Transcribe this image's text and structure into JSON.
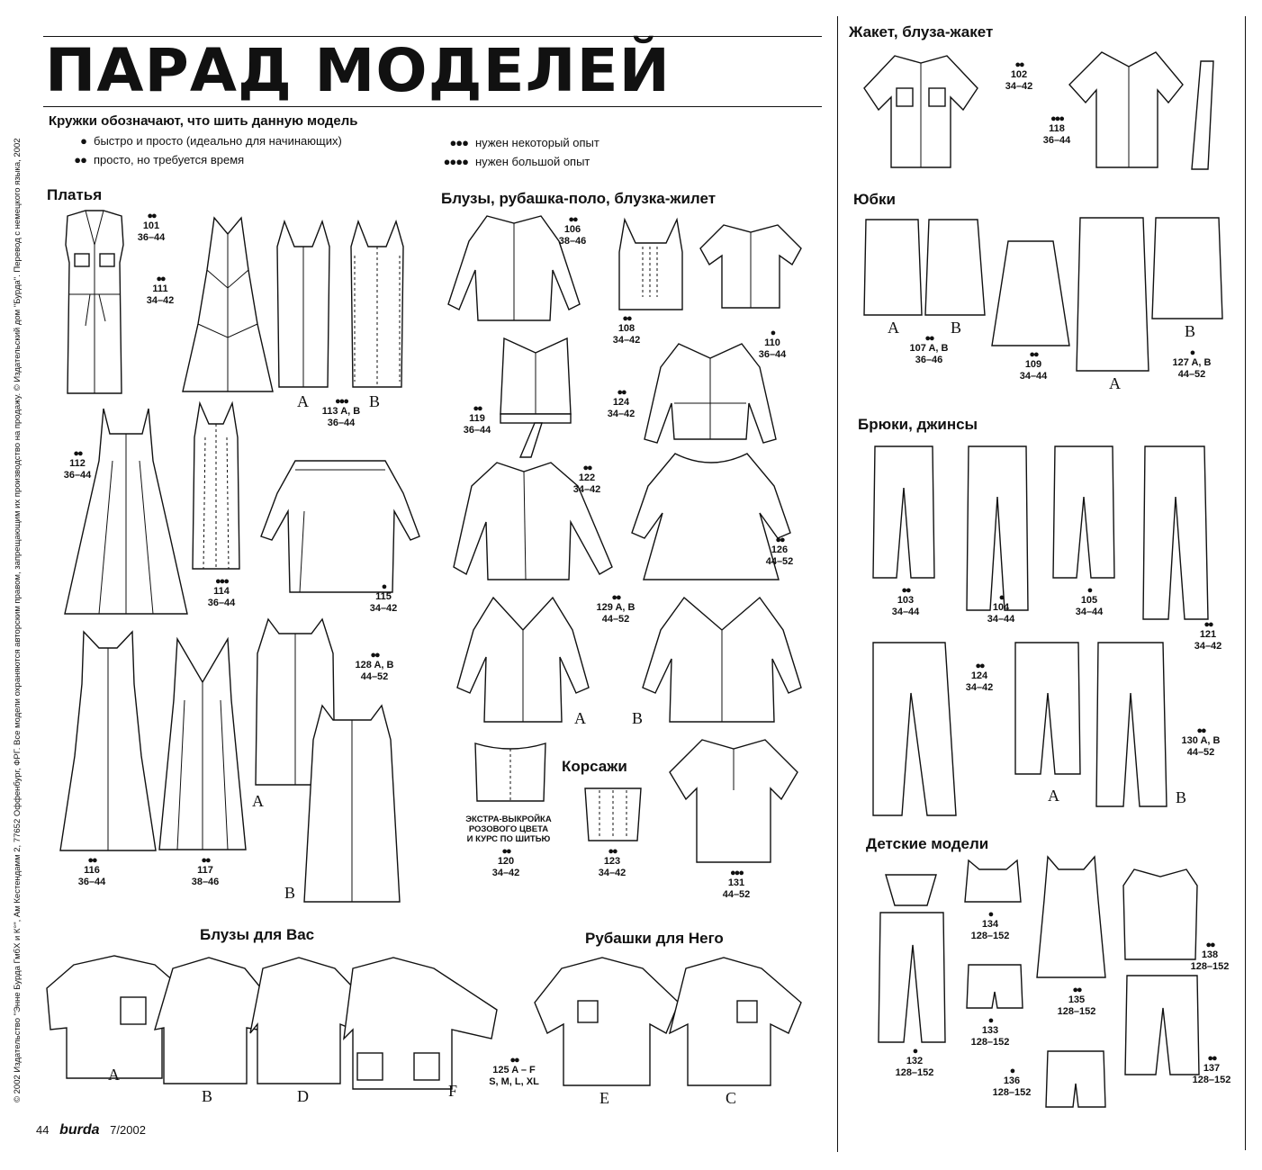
{
  "header": {
    "title": "ПАРАД МОДЕЛЕЙ"
  },
  "legend": {
    "heading": "Кружки обозначают, что шить данную модель",
    "items": [
      {
        "dots": "●",
        "text": "быстро и просто (идеально для начинающих)"
      },
      {
        "dots": "●●",
        "text": "просто, но требуется время"
      },
      {
        "dots": "●●●",
        "text": "нужен некоторый опыт"
      },
      {
        "dots": "●●●●",
        "text": "нужен большой опыт"
      }
    ]
  },
  "sections": {
    "dresses": "Платья",
    "blouses": "Блузы, рубашка-поло, блузка-жилет",
    "blouses_you": "Блузы для Вас",
    "shirts_him": "Рубашки для Него",
    "jacket": "Жакет, блуза-жакет",
    "skirts": "Юбки",
    "trousers": "Брюки, джинсы",
    "kids": "Детские модели",
    "corsages": "Корсажи"
  },
  "corsage_note": [
    "ЭКСТРА-ВЫКРОЙКА",
    "РОЗОВОГО ЦВЕТА",
    "И КУРС ПО ШИТЬЮ"
  ],
  "models": [
    {
      "dots": "●●",
      "num": "101",
      "size": "36–44"
    },
    {
      "dots": "●●",
      "num": "111",
      "size": "34–42"
    },
    {
      "dots": "●●●",
      "num": "113 A, B",
      "size": "36–44"
    },
    {
      "dots": "●●",
      "num": "112",
      "size": "36–44"
    },
    {
      "dots": "●●●",
      "num": "114",
      "size": "36–44"
    },
    {
      "dots": "●",
      "num": "115",
      "size": "34–42"
    },
    {
      "dots": "●●",
      "num": "128 A, B",
      "size": "44–52"
    },
    {
      "dots": "●●",
      "num": "116",
      "size": "36–44"
    },
    {
      "dots": "●●",
      "num": "117",
      "size": "38–46"
    },
    {
      "dots": "●●",
      "num": "106",
      "size": "38–46"
    },
    {
      "dots": "●●",
      "num": "108",
      "size": "34–42"
    },
    {
      "dots": "●",
      "num": "110",
      "size": "36–44"
    },
    {
      "dots": "●●",
      "num": "119",
      "size": "36–44"
    },
    {
      "dots": "●●",
      "num": "124",
      "size": "34–42"
    },
    {
      "dots": "●●",
      "num": "122",
      "size": "34–42"
    },
    {
      "dots": "●●",
      "num": "126",
      "size": "44–52"
    },
    {
      "dots": "●●",
      "num": "129 A, B",
      "size": "44–52"
    },
    {
      "dots": "●●",
      "num": "120",
      "size": "34–42"
    },
    {
      "dots": "●●",
      "num": "123",
      "size": "34–42"
    },
    {
      "dots": "●●●",
      "num": "131",
      "size": "44–52"
    },
    {
      "dots": "●●",
      "num": "125 A – F",
      "size": "S, M, L, XL"
    },
    {
      "dots": "●●",
      "num": "102",
      "size": "34–42"
    },
    {
      "dots": "●●●",
      "num": "118",
      "size": "36–44"
    },
    {
      "dots": "●●",
      "num": "107 A, B",
      "size": "36–46"
    },
    {
      "dots": "●●",
      "num": "109",
      "size": "34–44"
    },
    {
      "dots": "●",
      "num": "127 A, B",
      "size": "44–52"
    },
    {
      "dots": "●●",
      "num": "103",
      "size": "34–44"
    },
    {
      "dots": "●",
      "num": "104",
      "size": "34–44"
    },
    {
      "dots": "●",
      "num": "105",
      "size": "34–44"
    },
    {
      "dots": "●●",
      "num": "121",
      "size": "34–42"
    },
    {
      "dots": "●●",
      "num": "124",
      "size": "34–42"
    },
    {
      "dots": "●●",
      "num": "130 A, B",
      "size": "44–52"
    },
    {
      "dots": "●",
      "num": "134",
      "size": "128–152"
    },
    {
      "dots": "●●",
      "num": "135",
      "size": "128–152"
    },
    {
      "dots": "●●",
      "num": "138",
      "size": "128–152"
    },
    {
      "dots": "●",
      "num": "133",
      "size": "128–152"
    },
    {
      "dots": "●",
      "num": "132",
      "size": "128–152"
    },
    {
      "dots": "●",
      "num": "136",
      "size": "128–152"
    },
    {
      "dots": "●●",
      "num": "137",
      "size": "128–152"
    }
  ],
  "letters": [
    "A",
    "B",
    "A",
    "B",
    "A",
    "B",
    "A",
    "B",
    "D",
    "F",
    "E",
    "C",
    "A",
    "B",
    "A",
    "B",
    "A",
    "B"
  ],
  "footer": {
    "page": "44",
    "brand": "burda",
    "issue": "7/2002"
  },
  "side_note": "© 2002 Издательство \"Энне Бурда ГмбХ и К°\", Ам Кестендамм 2, 77652 Оффенбург, ФРГ. Все модели охраняются авторским правом, запрещающим их производство на продажу. © Издательский дом \"Бурда\". Перевод с немецкого языка, 2002"
}
